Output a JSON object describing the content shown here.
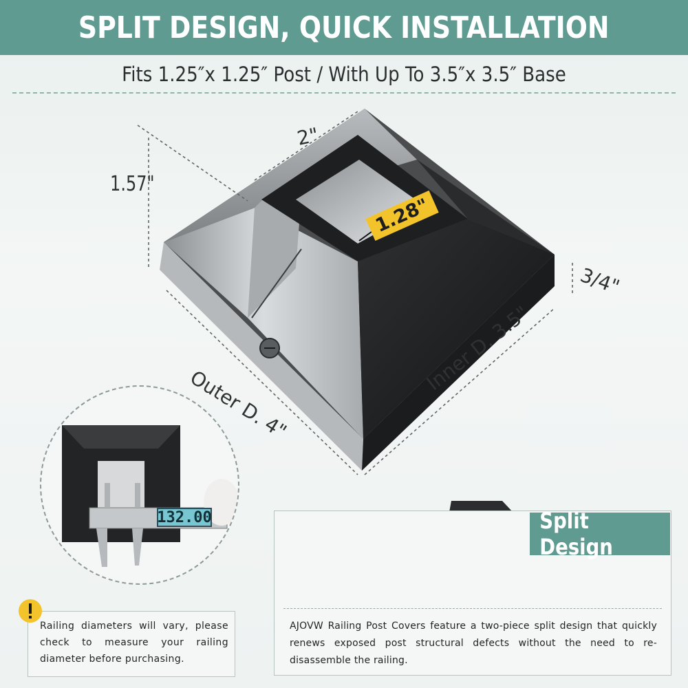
{
  "header": {
    "title": "SPLIT DESIGN, QUICK INSTALLATION",
    "subtitle": "Fits 1.25″x 1.25″ Post / With Up To 3.5″x 3.5″ Base"
  },
  "dimensions": {
    "top_width": "2\"",
    "height": "1.57\"",
    "hole": "1.28\"",
    "base_height": "3/4\"",
    "outer": "Outer D. 4\"",
    "inner": "Inner D. 3.5\""
  },
  "caliper": {
    "readout": "132.00"
  },
  "warning": {
    "icon": "warning-icon",
    "text": "Railing diameters will vary, please check to measure your railing diameter before purchasing."
  },
  "split": {
    "tag": "Split Design",
    "description": "AJOVW Railing Post Covers feature a two-piece split design that quickly renews exposed post structural defects without the need to re-disassemble the railing."
  },
  "colors": {
    "accent": "#5f9b90",
    "product_black": "#1f2021",
    "badge_yellow": "#f2c32a"
  }
}
